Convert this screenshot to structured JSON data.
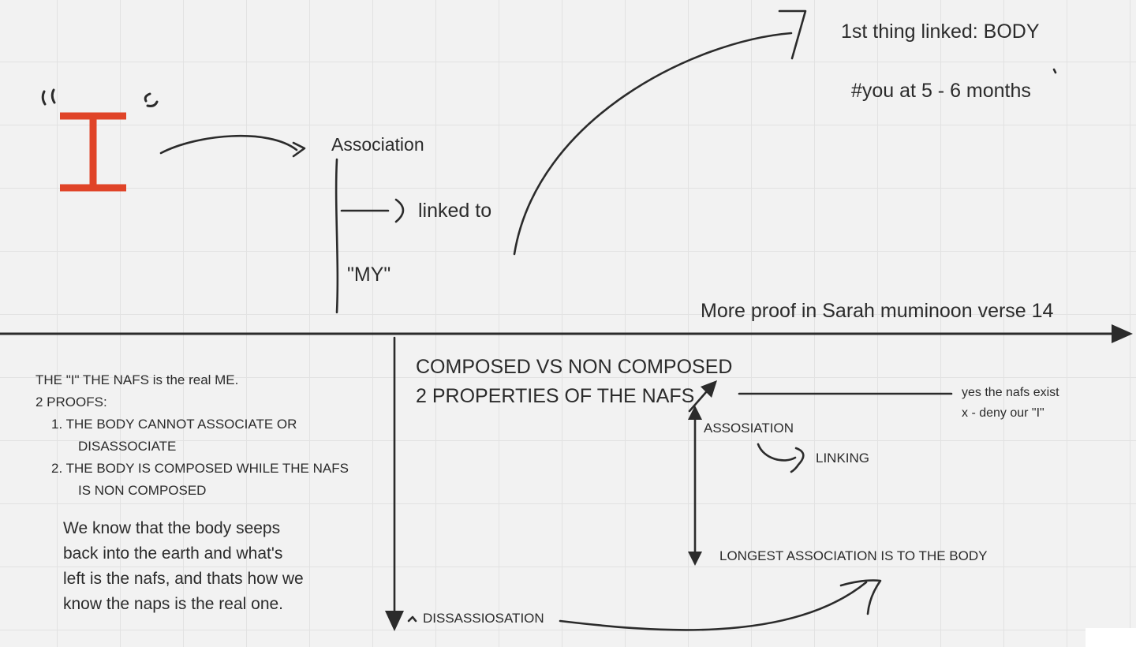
{
  "colors": {
    "ink": "#2b2b2b",
    "accent": "#e04428",
    "background": "#f2f2f2",
    "grid": "#e2e2e2"
  },
  "top": {
    "symbol_label": "I",
    "association": "Association",
    "linked_to": "linked to",
    "my": "\"MY\"",
    "first_linked": "1st thing linked: BODY",
    "age_note": "#you at 5 - 6 months"
  },
  "divider_caption": "More proof in Sarah muminoon verse 14",
  "left_notes": {
    "lines": [
      "THE \"I\" THE NAFS is the real ME.",
      "2 PROOFS:",
      "1. THE BODY CANNOT ASSOCIATE OR",
      "DISASSOCIATE",
      "2. THE BODY IS COMPOSED WHILE THE NAFS",
      "IS NON COMPOSED"
    ],
    "paragraph": [
      "We know that the body seeps",
      "back into the earth and what's",
      "left is the nafs, and thats how we",
      "know the naps is the real one."
    ]
  },
  "right_notes": {
    "heading_1": "COMPOSED VS NON COMPOSED",
    "heading_2": "2 PROPERTIES OF THE NAFS",
    "yes_exist": "yes the nafs exist",
    "deny": "x - deny our \"I\"",
    "assosiation": "ASSOSIATION",
    "linking": "LINKING",
    "longest": "LONGEST ASSOCIATION IS TO THE BODY",
    "dissassiosation": "DISSASSIOSATION"
  }
}
